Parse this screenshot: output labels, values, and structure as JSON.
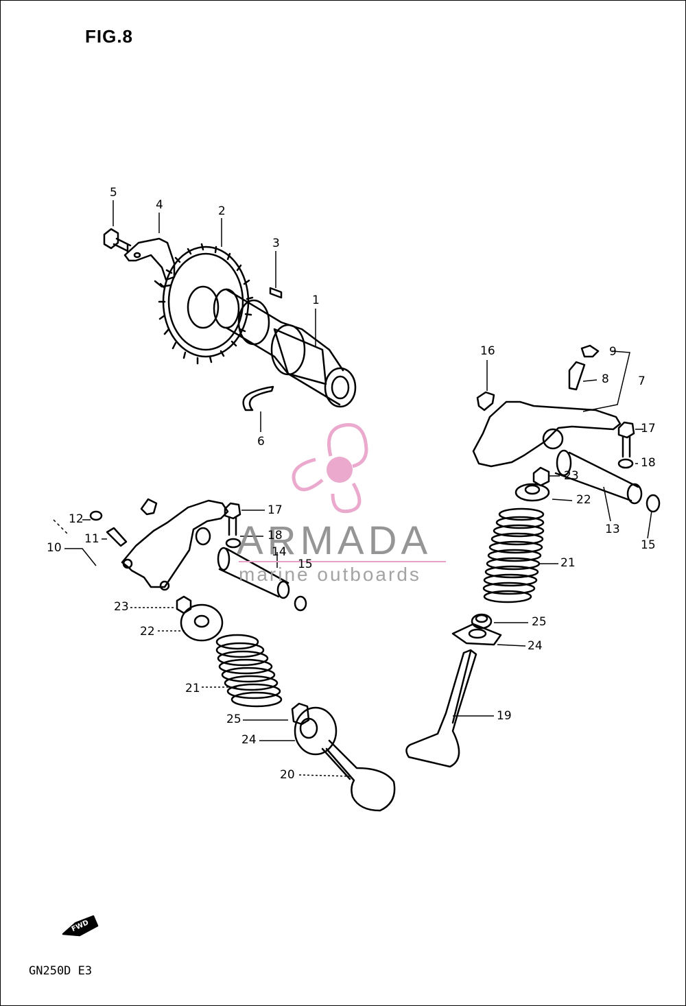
{
  "figure": {
    "title": "FIG.8",
    "model": "GN250D  E3",
    "fwd_label": "FWD"
  },
  "watermark": {
    "brand": "ARMADA",
    "tagline": "marine outboards",
    "color_pink": "#e8a0c8",
    "color_gray": "#8a8a8a"
  },
  "callouts": [
    "1",
    "2",
    "3",
    "4",
    "5",
    "6",
    "7",
    "8",
    "9",
    "10",
    "11",
    "12",
    "13",
    "14",
    "15",
    "15",
    "16",
    "17",
    "17",
    "18",
    "18",
    "19",
    "20",
    "21",
    "21",
    "22",
    "22",
    "23",
    "23",
    "24",
    "24",
    "25",
    "25"
  ]
}
